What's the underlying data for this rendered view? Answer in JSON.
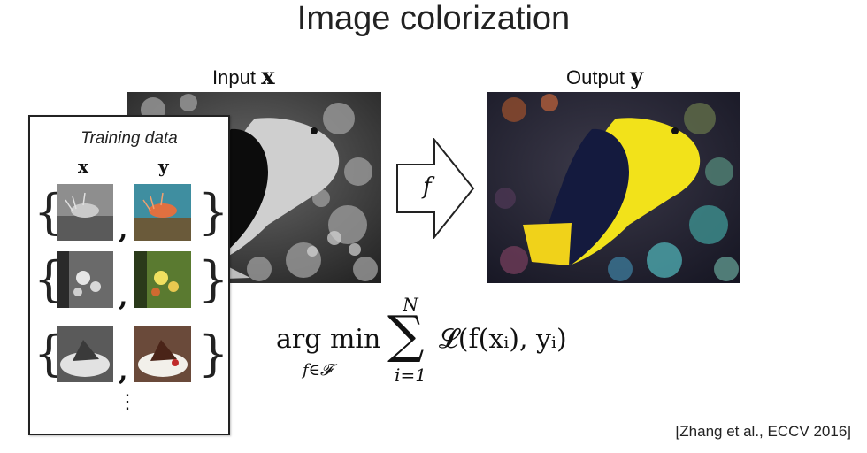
{
  "title": "Image colorization",
  "input": {
    "label": "Input",
    "symbol": "x"
  },
  "output": {
    "label": "Output",
    "symbol": "y"
  },
  "function_symbol": "f",
  "training": {
    "title": "Training data",
    "col_x": "x",
    "col_y": "y",
    "pairs": [
      {
        "x_image": "grayscale-lionfish-thumbnail",
        "y_image": "color-lionfish-thumbnail"
      },
      {
        "x_image": "grayscale-flowers-thumbnail",
        "y_image": "color-flowers-thumbnail"
      },
      {
        "x_image": "grayscale-cake-thumbnail",
        "y_image": "color-cake-thumbnail"
      }
    ],
    "comma": ",",
    "continuation": "⋮"
  },
  "formula": {
    "argmin": "arg min",
    "subscript": "f∈𝓕",
    "sum_upper": "N",
    "sum_lower": "i=1",
    "loss": "𝓛(f(xᵢ), yᵢ)"
  },
  "citation": "[Zhang et al., ECCV 2016]"
}
